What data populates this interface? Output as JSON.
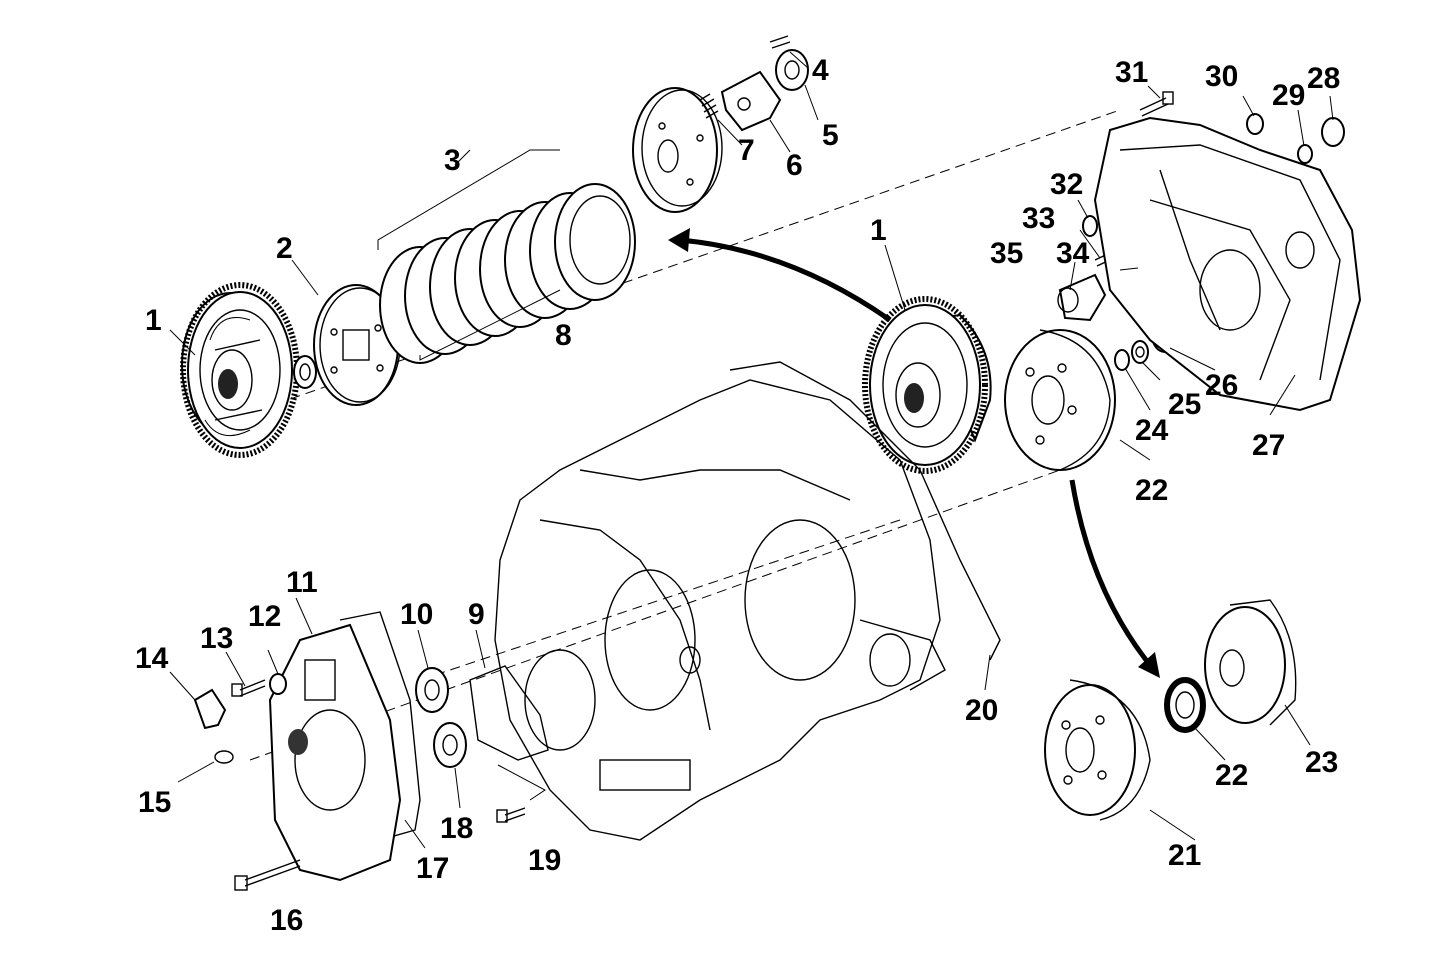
{
  "callouts": [
    "1",
    "2",
    "3",
    "4",
    "5",
    "6",
    "7",
    "8",
    "9",
    "10",
    "11",
    "12",
    "13",
    "14",
    "15",
    "16",
    "17",
    "18",
    "19",
    "20",
    "21",
    "22",
    "23",
    "24",
    "25",
    "26",
    "27",
    "28",
    "29",
    "30",
    "31",
    "32",
    "33",
    "34",
    "35"
  ],
  "callouts_repeated": {
    "clutch_basket_right": "1",
    "one_way_bearing_lower": "22"
  }
}
